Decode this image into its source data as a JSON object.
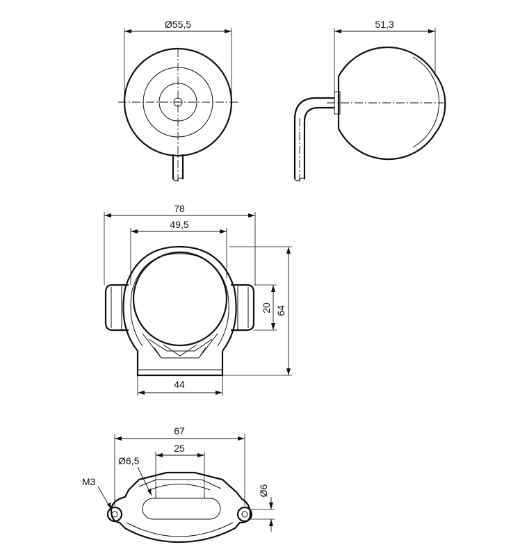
{
  "dimensions": {
    "front_diameter": "Ø55,5",
    "side_depth": "51,3",
    "total_width": "78",
    "inner_width": "49,5",
    "mid_height": "20",
    "total_height": "64",
    "base_width": "44",
    "bracket_width": "67",
    "hole_spacing": "25",
    "hole_diameter": "Ø6,5",
    "thread": "M3",
    "slot_height": "Ø6"
  }
}
